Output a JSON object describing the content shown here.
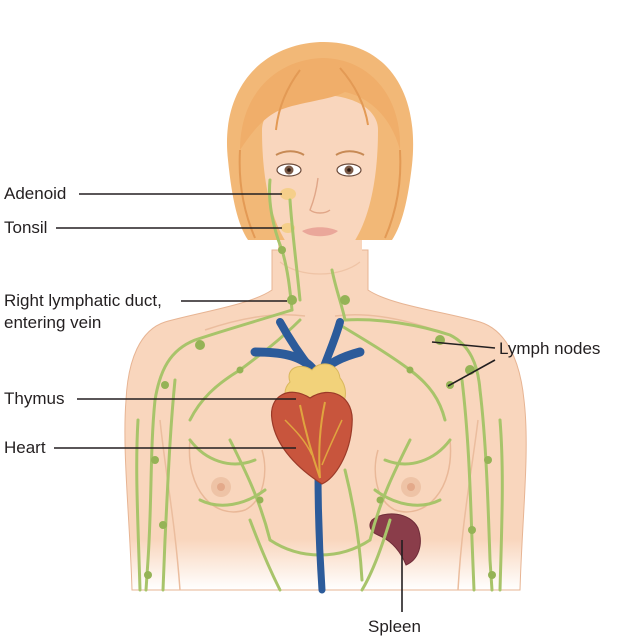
{
  "labels": {
    "adenoid": "Adenoid",
    "tonsil": "Tonsil",
    "right_lymphatic_duct_line1": "Right lymphatic duct,",
    "right_lymphatic_duct_line2": "entering vein",
    "thymus": "Thymus",
    "heart": "Heart",
    "lymph_nodes": "Lymph nodes",
    "spleen": "Spleen"
  },
  "colors": {
    "skin": "#f9d6bd",
    "skin_shade": "#f1bf9f",
    "hair": "#f2b877",
    "hair_shade": "#e59e58",
    "lymph": "#a8c46a",
    "lymph_node": "#95b356",
    "vein": "#2c5b9a",
    "heart": "#c8553d",
    "thymus": "#f2d27a",
    "spleen": "#8a3d4a",
    "leader_line": "#231f20"
  }
}
